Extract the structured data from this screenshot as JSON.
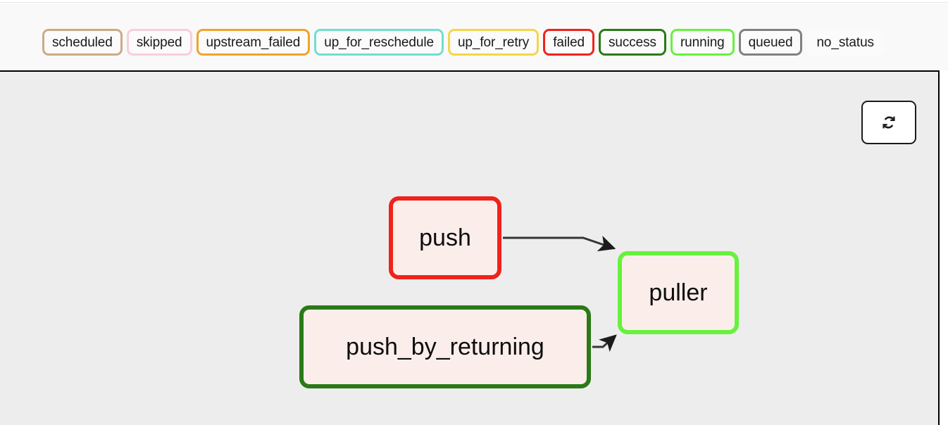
{
  "legend": {
    "name": "task-status-legend",
    "items": [
      {
        "label": "scheduled",
        "color": "#cbab85",
        "text_color": "#1a1a1a",
        "fill": "#fbfbfb"
      },
      {
        "label": "skipped",
        "color": "#f7cedd",
        "text_color": "#1a1a1a",
        "fill": "#fbfbfb"
      },
      {
        "label": "upstream_failed",
        "color": "#f0a32a",
        "text_color": "#1a1a1a",
        "fill": "#fbfbfb"
      },
      {
        "label": "up_for_reschedule",
        "color": "#6fdfcd",
        "text_color": "#1a1a1a",
        "fill": "#fbfbfb"
      },
      {
        "label": "up_for_retry",
        "color": "#f5d547",
        "text_color": "#1a1a1a",
        "fill": "#fbfbfb"
      },
      {
        "label": "failed",
        "color": "#ef231c",
        "text_color": "#1a1a1a",
        "fill": "#fbfbfb"
      },
      {
        "label": "success",
        "color": "#2a7a17",
        "text_color": "#1a1a1a",
        "fill": "#fbfbfb"
      },
      {
        "label": "running",
        "color": "#66f23c",
        "text_color": "#1a1a1a",
        "fill": "#fbfbfb"
      },
      {
        "label": "queued",
        "color": "#808080",
        "text_color": "#1a1a1a",
        "fill": "#fbfbfb"
      },
      {
        "label": "no_status",
        "color": "#fbfbfb",
        "text_color": "#1a1a1a",
        "fill": "#fbfbfb"
      }
    ]
  },
  "toolbar": {
    "refresh_icon": "refresh-icon",
    "refresh_label": "Refresh"
  },
  "graph": {
    "background": "#ededed",
    "node_fill": "#fbeeea",
    "edge_color": "#363636",
    "nodes": [
      {
        "id": "push",
        "label": "push",
        "status": "failed",
        "border_color": "#ef231c"
      },
      {
        "id": "push_by_returning",
        "label": "push_by_returning",
        "status": "success",
        "border_color": "#2a7a17"
      },
      {
        "id": "puller",
        "label": "puller",
        "status": "running",
        "border_color": "#66f23c"
      }
    ],
    "edges": [
      {
        "from": "push",
        "to": "puller"
      },
      {
        "from": "push_by_returning",
        "to": "puller"
      }
    ]
  }
}
